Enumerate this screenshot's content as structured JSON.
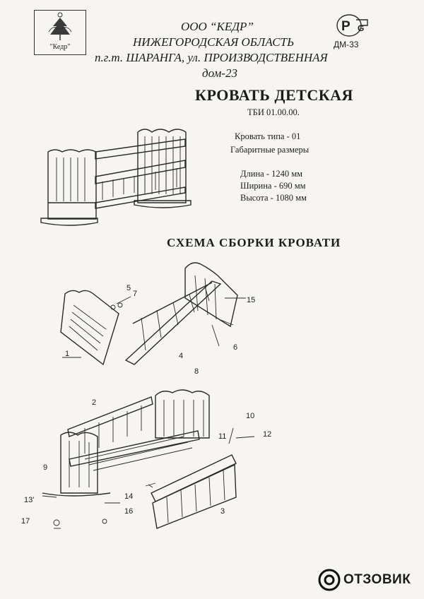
{
  "logo": {
    "text": "\"Кедр\""
  },
  "cert": {
    "label": "ДМ-33"
  },
  "company": {
    "name": "ООО “КЕДР”",
    "region": "НИЖЕГОРОДСКАЯ ОБЛАСТЬ",
    "address1": "п.г.т. ШАРАНГА, ул. ПРОИЗВОДСТВЕННАЯ",
    "address2": "дом-23"
  },
  "product": {
    "title": "КРОВАТЬ ДЕТСКАЯ",
    "code": "ТБИ 01.00.00.",
    "type": "Кровать типа - 01",
    "dims_heading": "Габаритные размеры",
    "length": "Длина - 1240 мм",
    "width": "Ширина - 690 мм",
    "height": "Высота - 1080 мм"
  },
  "assembly": {
    "title": "СХЕМА СБОРКИ КРОВАТИ",
    "parts": [
      "1",
      "2",
      "3",
      "4",
      "5",
      "6",
      "7",
      "8",
      "9",
      "10",
      "11",
      "12",
      "13'",
      "14",
      "15",
      "16",
      "17"
    ]
  },
  "watermark": {
    "text": "ОТЗОВИК"
  }
}
